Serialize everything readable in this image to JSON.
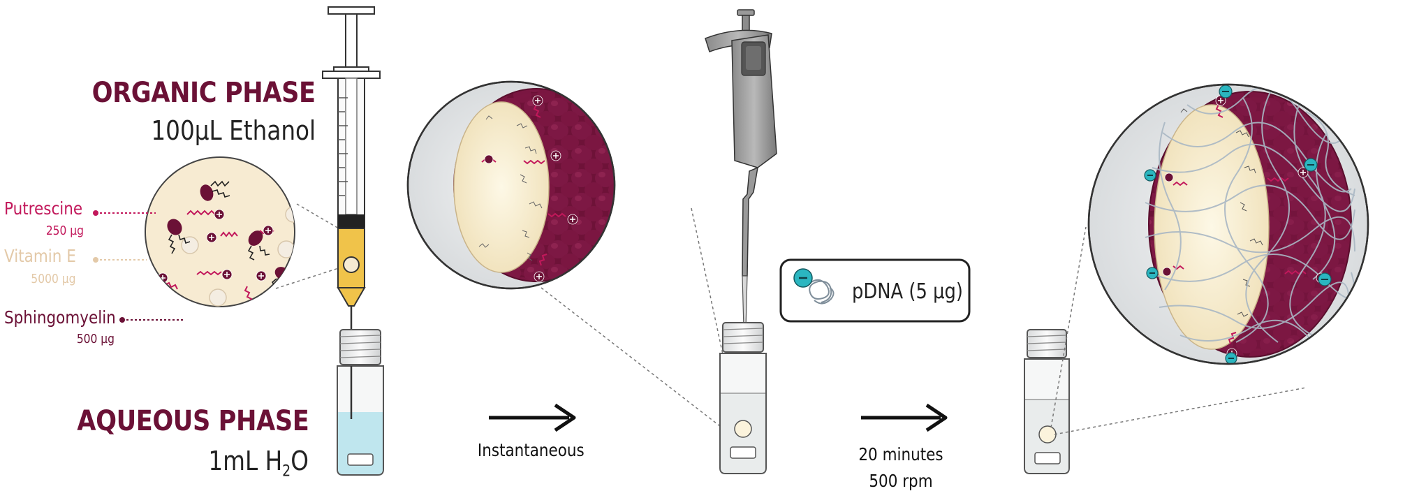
{
  "organic": {
    "title": "ORGANIC PHASE",
    "subtitle": "100µL Ethanol"
  },
  "aqueous": {
    "title": "AQUEOUS PHASE",
    "subtitle_main": "1mL H",
    "subtitle_sub": "2",
    "subtitle_end": "O"
  },
  "components": [
    {
      "name": "Putrescine",
      "amount": "250 µg",
      "color": "#c2185b"
    },
    {
      "name": "Vitamin E",
      "amount": "5000 µg",
      "color": "#e3c9a8"
    },
    {
      "name": "Sphingomyelin",
      "amount": "500 µg",
      "color": "#6b1136"
    }
  ],
  "steps": [
    {
      "label": "Instantaneous"
    },
    {
      "label_line1": "20 minutes",
      "label_line2": "500 rpm"
    }
  ],
  "pdna": {
    "label": "pDNA (5 µg)"
  },
  "colors": {
    "maroon": "#6b1136",
    "magenta": "#c2185b",
    "beige": "#f4e6c4",
    "cream": "#fbf3dc",
    "teal": "#2bb6c0",
    "water": "#bfe6ee"
  }
}
